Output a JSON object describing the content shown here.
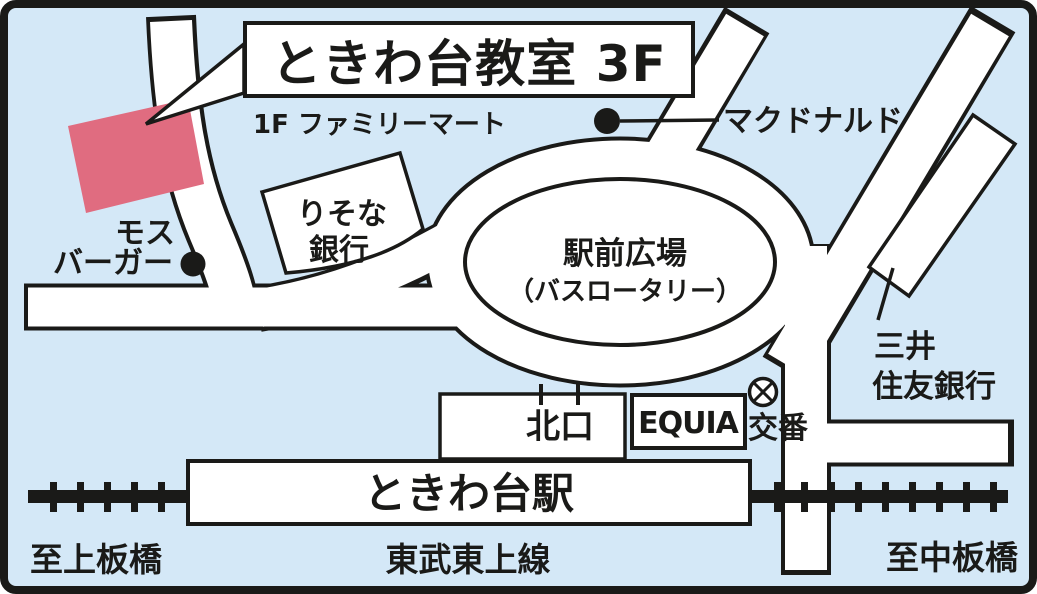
{
  "colors": {
    "background": "#d4e8f7",
    "outline": "#1a1a18",
    "road_fill": "#ffffff",
    "title_blue": "#1565af",
    "highlight_pink": "#e06c80"
  },
  "title": {
    "label": "ときわ台教室 3F",
    "floor_note": "1F ファミリーマート"
  },
  "landmarks": {
    "mcdonalds": {
      "label": "マクドナルド"
    },
    "mos_burger": {
      "label_lines": [
        "モス",
        "バーガー"
      ]
    },
    "resona_bank": {
      "label_lines": [
        "りそな",
        "銀行"
      ]
    },
    "station_plaza": {
      "label_lines": [
        "駅前広場",
        "（バスロータリー）"
      ]
    },
    "smbc_bank": {
      "label_lines": [
        "三井",
        "住友銀行"
      ]
    },
    "north_exit": {
      "label": "北口"
    },
    "equia": {
      "label": "EQUIA"
    },
    "police_box": {
      "label": "交番"
    },
    "station": {
      "label": "ときわ台駅"
    }
  },
  "railway": {
    "line_name": "東武東上線",
    "direction_left": "至上板橋",
    "direction_right": "至中板橋"
  }
}
